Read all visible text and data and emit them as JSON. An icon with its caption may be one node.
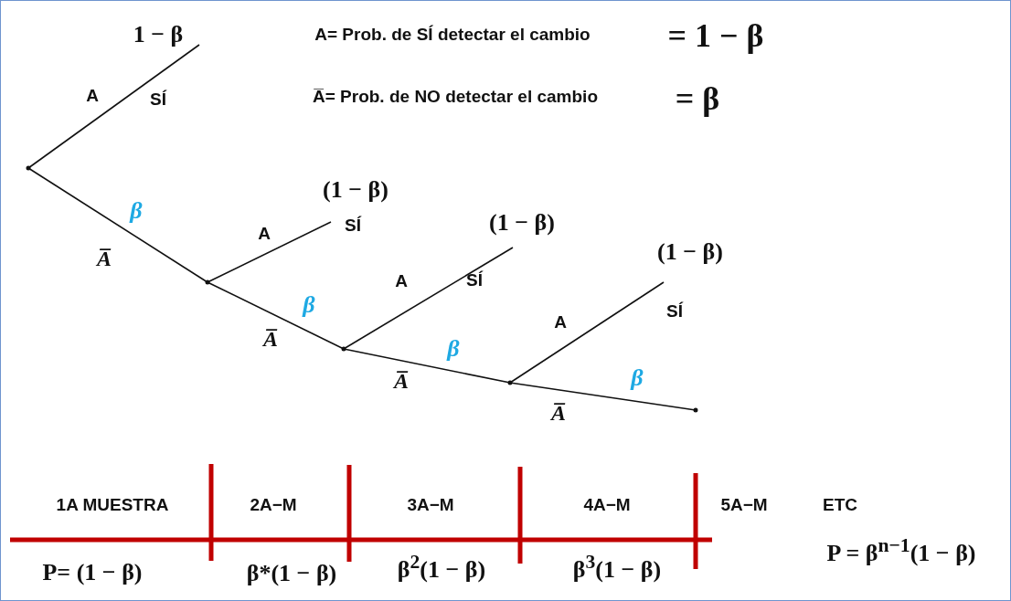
{
  "diagram": {
    "nodes": [
      {
        "text": [],
        "shape": "point"
      },
      {
        "text": [
          "1 − β"
        ]
      },
      {
        "text": [],
        "shape": "point"
      },
      {
        "text": [
          "(1 − β)"
        ]
      },
      {
        "text": [],
        "shape": "point"
      },
      {
        "text": [
          "(1 − β)"
        ]
      },
      {
        "text": [],
        "shape": "point"
      },
      {
        "text": [
          "(1 − β)"
        ]
      },
      {
        "text": [],
        "shape": "point"
      }
    ],
    "edges": [
      {
        "from": 0,
        "to": 1,
        "arrow": "none",
        "label": "A"
      },
      {
        "from": 0,
        "to": 2,
        "arrow": "none",
        "label": "A̅"
      },
      {
        "from": 2,
        "to": 3,
        "arrow": "none",
        "label": "A"
      },
      {
        "from": 2,
        "to": 4,
        "arrow": "none",
        "label": "A̅"
      },
      {
        "from": 4,
        "to": 5,
        "arrow": "none",
        "label": "A"
      },
      {
        "from": 4,
        "to": 6,
        "arrow": "none",
        "label": "A̅"
      },
      {
        "from": 6,
        "to": 7,
        "arrow": "none",
        "label": "A"
      },
      {
        "from": 6,
        "to": 8,
        "arrow": "none",
        "label": "A̅"
      }
    ],
    "labels": [
      "A= Prob. de SÍ detectar el cambio",
      "= 1 − β",
      "SÍ",
      "A̅= Prob. de NO detectar el cambio",
      "= β",
      "β",
      "SÍ",
      "SÍ",
      "β",
      "SÍ",
      "β",
      "β",
      "1A MUESTRA",
      "2A−M",
      "3A−M",
      "4A−M",
      "5A−M",
      "ETC",
      "P = β$^{n−1}$(1 − β)",
      "P= (1 − β)",
      "β*(1 − β)",
      "β$^{2}$(1 − β)",
      "β$^{3}$(1 − β)"
    ]
  }
}
